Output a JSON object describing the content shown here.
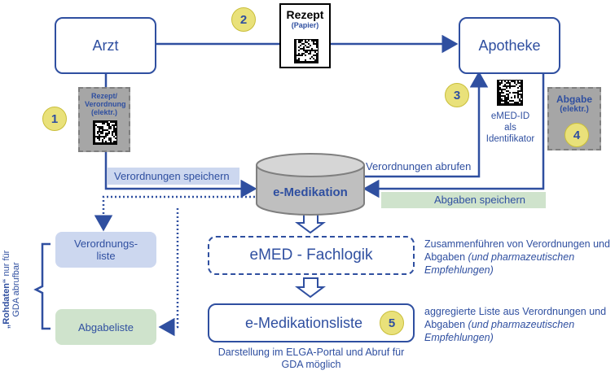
{
  "nodes": {
    "arzt": "Arzt",
    "apotheke": "Apotheke",
    "rezept_title": "Rezept",
    "rezept_sub": "(Papier)",
    "rezept_elektr": "Rezept/ Verordnung (elektr.)",
    "abgabe_elektr_line1": "Abgabe",
    "abgabe_elektr_line2": "(elektr.)",
    "emed_id": "eMED-ID als Identifikator",
    "database": "e-Medikation",
    "fachlogik": "eMED - Fachlogik",
    "liste": "e-Medikationsliste",
    "verordnungsliste": "Verordnungs-liste",
    "abgabeliste": "Abgabeliste"
  },
  "badges": [
    "1",
    "2",
    "3",
    "4",
    "5"
  ],
  "edge_labels": {
    "verordnungen_speichern": "Verordnungen speichern",
    "verordnungen_abrufen": "Verordnungen abrufen",
    "abgaben_speichern": "Abgaben speichern"
  },
  "notes": {
    "fachlogik_note_plain": "Zusammenführen von Verordnungen und Abgaben ",
    "fachlogik_note_italic": "(und pharmazeutischen Empfehlungen)",
    "liste_note_plain": "aggregierte Liste aus Verordnungen und Abgaben ",
    "liste_note_italic": "(und pharmazeutischen Empfehlungen)",
    "darstellung": "Darstellung im ELGA-Portal und Abruf für GDA möglich",
    "rohdaten_bold": "„Rohdaten“",
    "rohdaten_rest": " nur für GDA abrufbar"
  },
  "colors": {
    "primary": "#2F4FA0",
    "badge": "#E9E17A",
    "grey_box": "#A6A6A6",
    "blue_label": "#CCD7EF",
    "green_label": "#CFE3CC"
  }
}
